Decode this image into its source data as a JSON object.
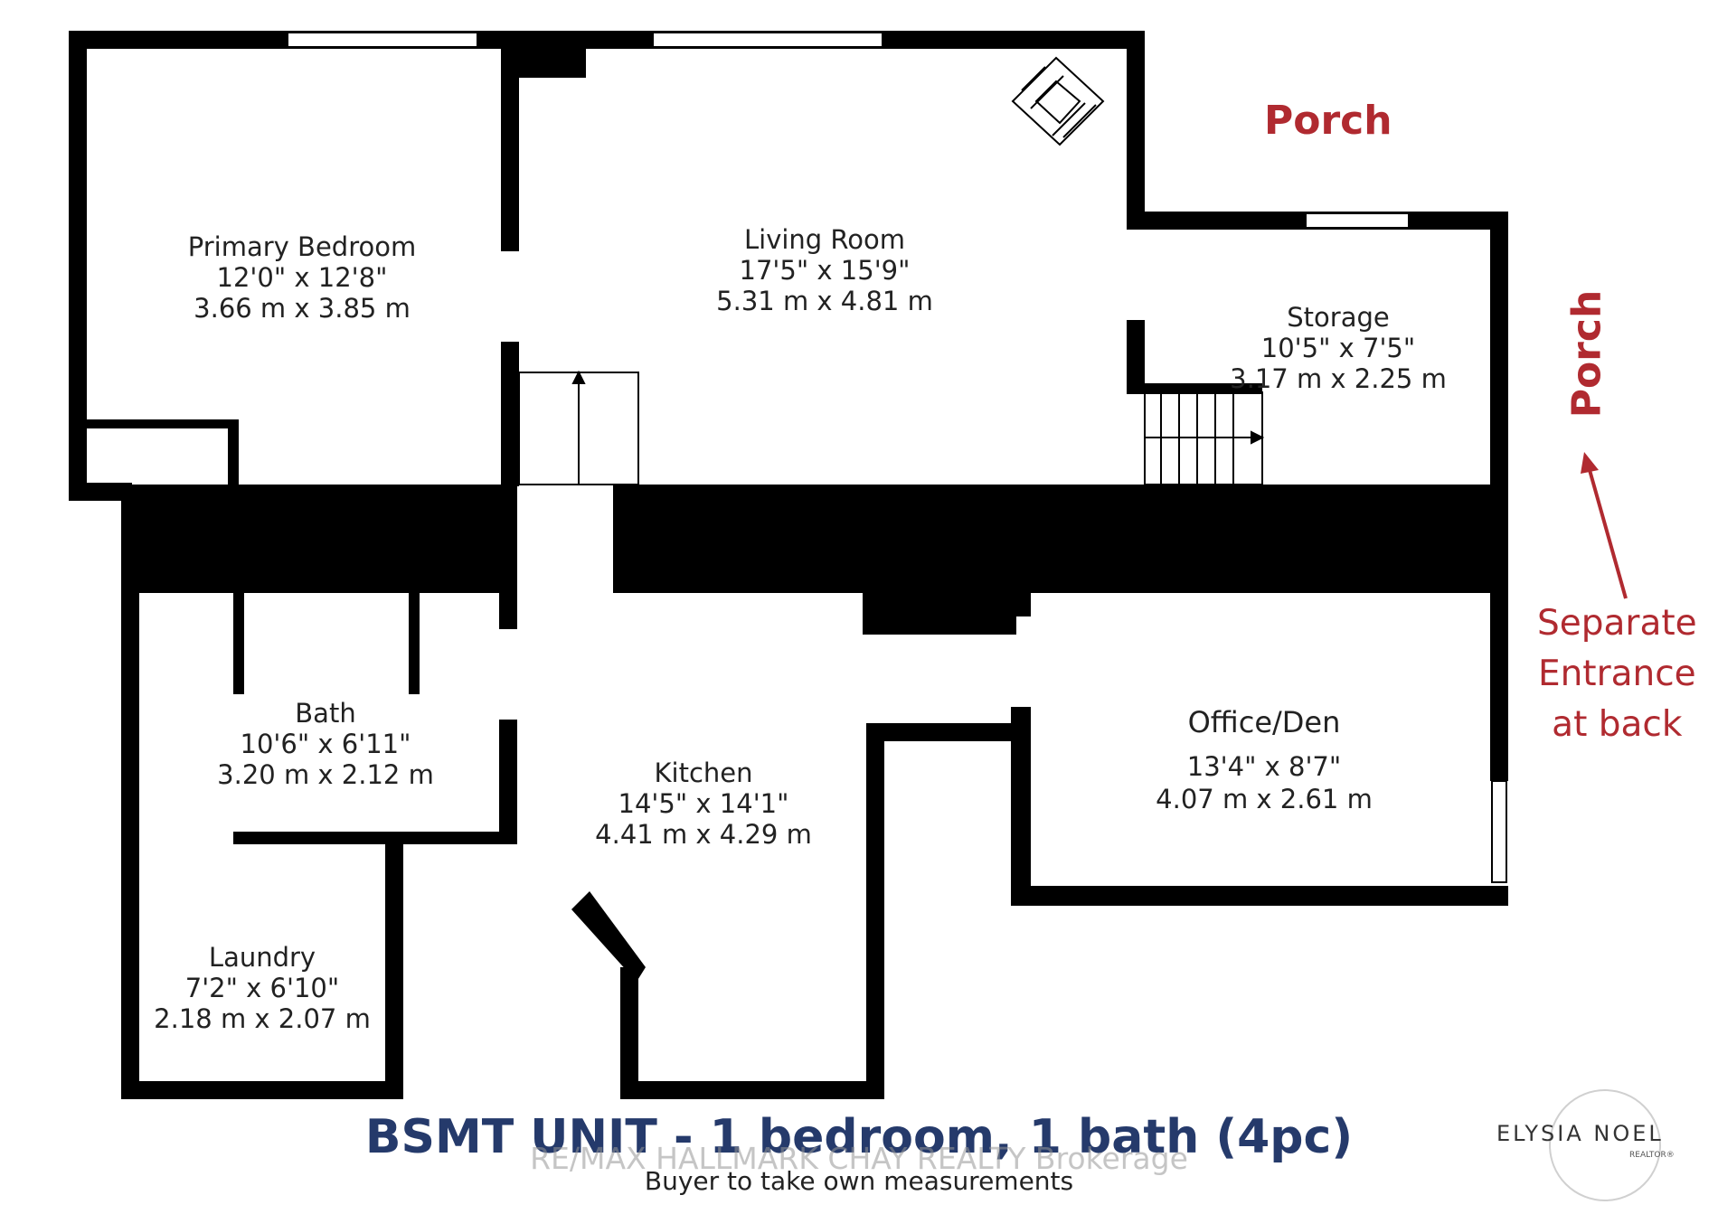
{
  "rooms": {
    "primary_bedroom": {
      "name": "Primary Bedroom",
      "imperial": "12'0\" x 12'8\"",
      "metric": "3.66 m x 3.85 m"
    },
    "living_room": {
      "name": "Living Room",
      "imperial": "17'5\" x 15'9\"",
      "metric": "5.31 m x 4.81 m"
    },
    "storage": {
      "name": "Storage",
      "imperial": "10'5\" x 7'5\"",
      "metric": "3.17 m x 2.25 m"
    },
    "bath": {
      "name": "Bath",
      "imperial": "10'6\" x 6'11\"",
      "metric": "3.20 m x 2.12 m"
    },
    "kitchen": {
      "name": "Kitchen",
      "imperial": "14'5\" x 14'1\"",
      "metric": "4.41 m x 4.29 m"
    },
    "office_den": {
      "name": "Office/Den",
      "imperial": "13'4\" x 8'7\"",
      "metric": "4.07 m x 2.61 m"
    },
    "laundry": {
      "name": "Laundry",
      "imperial": "7'2\" x 6'10\"",
      "metric": "2.18 m x 2.07 m"
    }
  },
  "annotations": {
    "porch_top": "Porch",
    "porch_side": "Porch",
    "entrance_note": [
      "Separate",
      "Entrance",
      "at back"
    ]
  },
  "footer": {
    "title": "BSMT UNIT - 1 bedroom, 1 bath (4pc)",
    "watermark": "RE/MAX HALLMARK CHAY REALTY Brokerage",
    "subtitle": "Buyer to take own measurements"
  },
  "logo": {
    "name": "ELYSIA NOEL",
    "tag": "REALTOR®"
  },
  "colors": {
    "wall": "#000000",
    "annotation": "#b02a30",
    "title": "#253a6b"
  }
}
